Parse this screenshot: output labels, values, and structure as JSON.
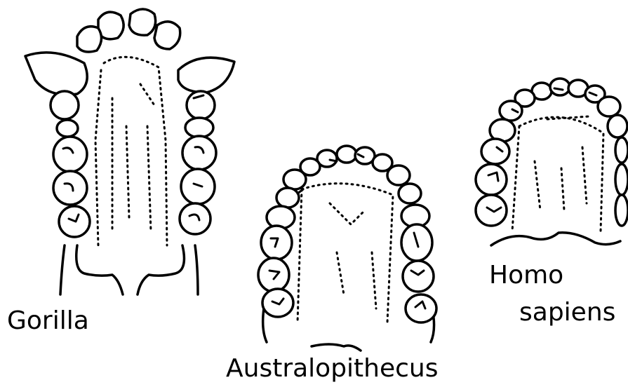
{
  "figure": {
    "background": "#ffffff",
    "ink": "#000000",
    "specimens": [
      {
        "id": "gorilla",
        "label": "Gorilla",
        "arch_shape": "U-shaped, parallel tooth rows",
        "canine_size": "large"
      },
      {
        "id": "australopithecus",
        "label": "Australopithecus",
        "arch_shape": "intermediate, slightly divergent",
        "canine_size": "small"
      },
      {
        "id": "homo-sapiens",
        "label_line1": "Homo",
        "label_line2": "sapiens",
        "arch_shape": "parabolic",
        "canine_size": "small"
      }
    ]
  }
}
